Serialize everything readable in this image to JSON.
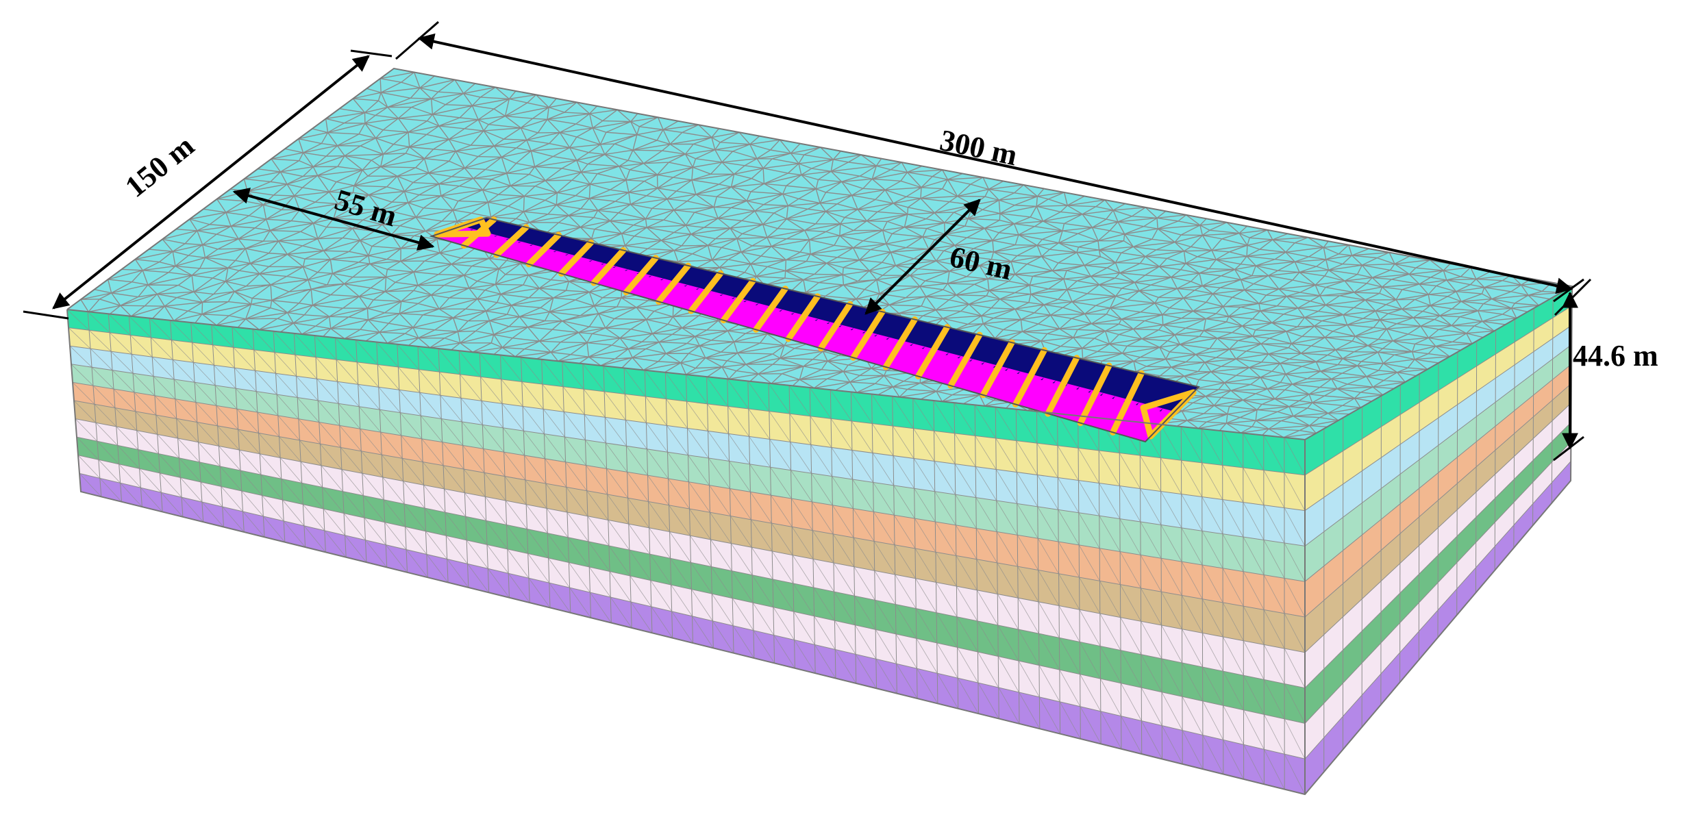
{
  "labels": {
    "width": "150 m",
    "length": "300 m",
    "offset_side": "55 m",
    "offset_front": "60 m",
    "depth": "44.6 m"
  },
  "colors": {
    "top_surface": "#7FE3E6",
    "mesh_line": "#8C8C8C",
    "excavation": "#FF00FF",
    "excavation_dark": "#0A0A7A",
    "struts": "#FFC020",
    "layers": [
      "#2FE0A8",
      "#F2E89A",
      "#B7E4F4",
      "#A8E0C4",
      "#F2B890",
      "#D6BC8E",
      "#F5E6F2",
      "#6FBF86",
      "#F5E6F2",
      "#B488E8"
    ]
  }
}
